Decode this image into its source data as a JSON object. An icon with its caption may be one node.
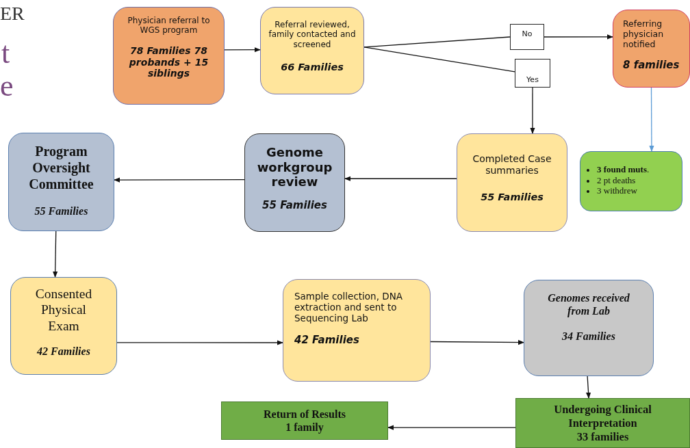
{
  "diagram": {
    "nodes": [
      {
        "text": [
          "Physician referral to WGS program",
          "78 Families 78 probands + 15 siblings"
        ]
      },
      {
        "text": [
          "Referral reviewed, family contacted and screened",
          "66 Families"
        ]
      },
      {
        "text": [
          "No"
        ]
      },
      {
        "text": [
          "Yes"
        ]
      },
      {
        "text": [
          "Referring physician notified",
          "8 families"
        ]
      },
      {
        "text": [
          "Completed Case summaries",
          "55 Families"
        ]
      },
      {
        "text": [
          "**3 found muts**.",
          "2 pt deaths",
          "3 withdrew"
        ]
      },
      {
        "text": [
          "Genome workgroup review",
          "55 Families"
        ]
      },
      {
        "text": [
          "Program Oversight Committee",
          "55 Families"
        ]
      },
      {
        "text": [
          "Consented Physical Exam",
          "42 Families"
        ]
      },
      {
        "text": [
          "Sample collection, DNA extraction and sent to Sequencing Lab",
          "42 Families"
        ]
      },
      {
        "text": [
          "Genomes received from Lab",
          "34 Families"
        ]
      },
      {
        "text": [
          "Return of Results",
          "1 family"
        ]
      },
      {
        "text": [
          "Undergoing Clinical Interpretation",
          "33 families"
        ]
      }
    ],
    "edges": [
      {
        "from": 0,
        "to": 1,
        "arrow": "to"
      },
      {
        "from": 1,
        "to": 2,
        "arrow": "none"
      },
      {
        "from": 1,
        "to": 3,
        "arrow": "none"
      },
      {
        "from": 2,
        "to": 4,
        "arrow": "to"
      },
      {
        "from": 3,
        "to": 5,
        "arrow": "to"
      },
      {
        "from": 4,
        "to": 6,
        "arrow": "to",
        "color": "#5b9bd5"
      },
      {
        "from": 5,
        "to": 7,
        "arrow": "to"
      },
      {
        "from": 7,
        "to": 8,
        "arrow": "to"
      },
      {
        "from": 8,
        "to": 9,
        "arrow": "to"
      },
      {
        "from": 9,
        "to": 10,
        "arrow": "to"
      },
      {
        "from": 10,
        "to": 11,
        "arrow": "to"
      },
      {
        "from": 11,
        "to": 13,
        "arrow": "to"
      },
      {
        "from": 13,
        "to": 12,
        "arrow": "to"
      }
    ],
    "labels": [
      "ER",
      "t",
      "e"
    ]
  }
}
